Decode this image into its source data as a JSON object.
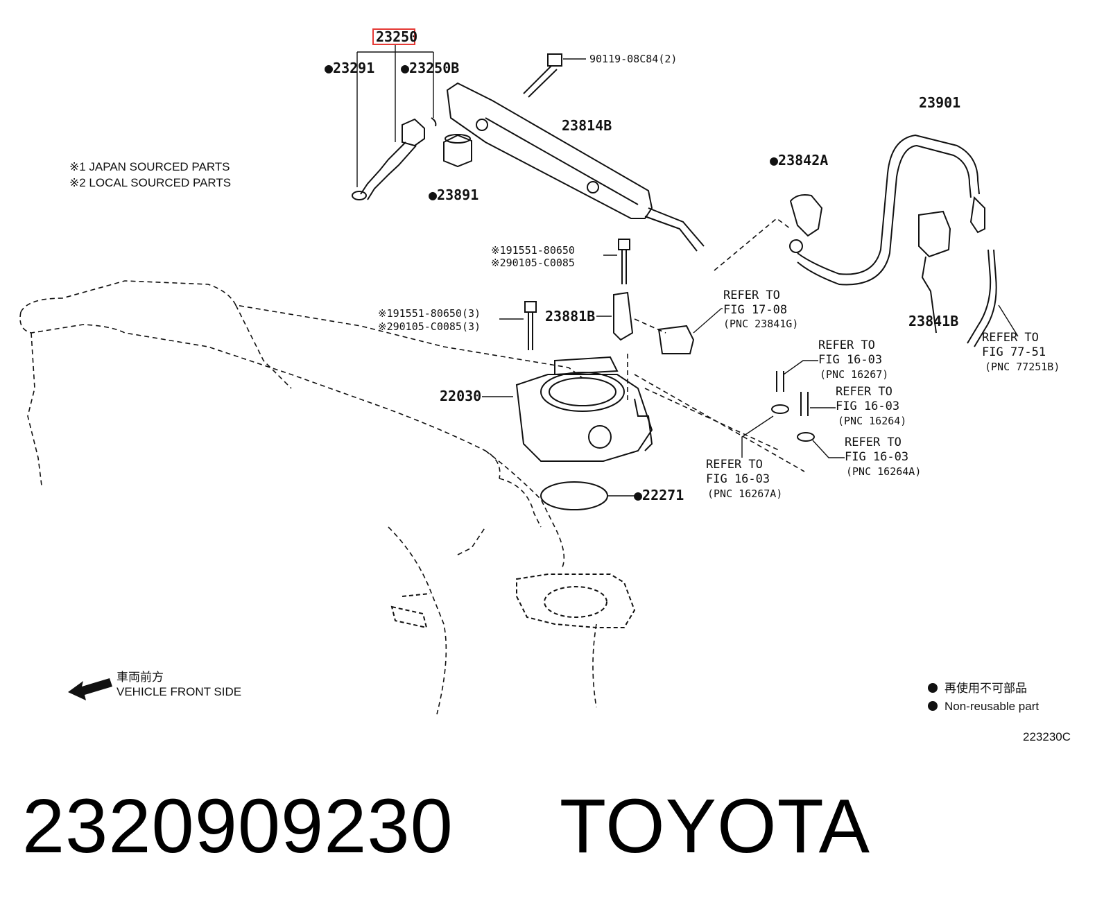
{
  "highlight_color": "#e53935",
  "legend": {
    "japan": "※1 JAPAN SOURCED PARTS",
    "local": "※2 LOCAL SOURCED PARTS",
    "non_reusable_jp": "再使用不可部品",
    "non_reusable_en": "Non-reusable part",
    "front_jp": "車両前方",
    "front_en": "VEHICLE FRONT SIDE"
  },
  "figure_code": "223230C",
  "caption": {
    "part_number": "2320909230",
    "brand": "TOYOTA"
  },
  "parts": {
    "p23250": "23250",
    "p23291": "●23291",
    "p23250b": "●23250B",
    "p23891": "●23891",
    "p90119": "90119-08C84(2)",
    "p23814b": "23814B",
    "p23901": "23901",
    "p23842a": "●23842A",
    "p23841b": "23841B",
    "p19155_1": "※191551-80650",
    "p29010_1": "※290105-C0085",
    "p19155_3": "※191551-80650(3)",
    "p29010_3": "※290105-C0085(3)",
    "p23881b": "23881B",
    "p22030": "22030",
    "p22271": "●22271"
  },
  "refs": [
    {
      "l1": "REFER TO",
      "l2": "FIG 17-08",
      "l3": "(PNC 23841G)"
    },
    {
      "l1": "REFER TO",
      "l2": "FIG 16-03",
      "l3": "(PNC 16267)"
    },
    {
      "l1": "REFER TO",
      "l2": "FIG 16-03",
      "l3": "(PNC 16264)"
    },
    {
      "l1": "REFER TO",
      "l2": "FIG 16-03",
      "l3": "(PNC 16264A)"
    },
    {
      "l1": "REFER TO",
      "l2": "FIG 16-03",
      "l3": "(PNC 16267A)"
    },
    {
      "l1": "REFER TO",
      "l2": "FIG 77-51",
      "l3": "(PNC 77251B)"
    }
  ]
}
